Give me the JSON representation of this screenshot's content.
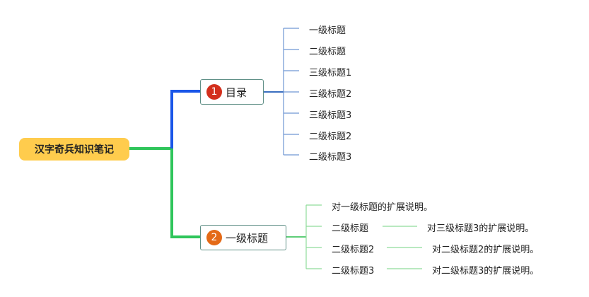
{
  "root": {
    "label": "汉字奇兵知识笔记"
  },
  "branches": [
    {
      "number": "1",
      "label": "目录",
      "children": [
        "一级标题",
        "二级标题",
        "三级标题1",
        "三级标题2",
        "三级标题3",
        "二级标题2",
        "二级标题3"
      ]
    },
    {
      "number": "2",
      "label": "一级标题",
      "children": [
        {
          "label": "对一级标题的扩展说明。",
          "note": ""
        },
        {
          "label": "二级标题",
          "note": "对三级标题3的扩展说明。"
        },
        {
          "label": "二级标题2",
          "note": "对二级标题2的扩展说明。"
        },
        {
          "label": "二级标题3",
          "note": "对二级标题3的扩展说明。"
        }
      ]
    }
  ],
  "colors": {
    "root_fill": "#ffcc4d",
    "branch1_line": "#1a56e8",
    "branch2_line": "#2fc55b",
    "leaf1_line": "#6f97d3",
    "leaf2_line": "#8fdc9b",
    "badge1": "#d32f1c",
    "badge2": "#e46a17"
  }
}
